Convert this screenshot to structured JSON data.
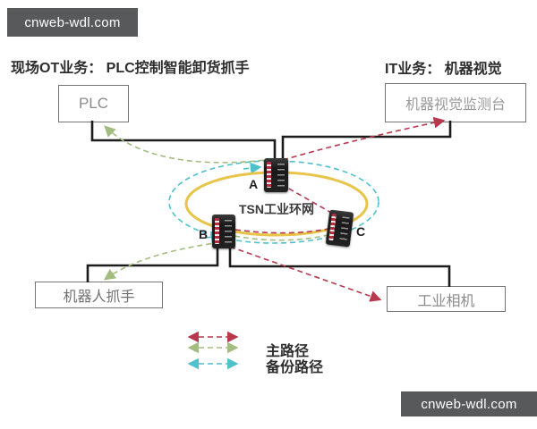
{
  "watermark": {
    "text": "cnweb-wdl.com"
  },
  "headings": {
    "ot": "现场OT业务： PLC控制智能卸货抓手",
    "it": "IT业务： 机器视觉"
  },
  "nodes": {
    "plc": "PLC",
    "monitor": "机器视觉监测台",
    "gripper": "机器人抓手",
    "camera": "工业相机"
  },
  "ring": {
    "label": "TSN工业环网",
    "switches": [
      "A",
      "B",
      "C"
    ]
  },
  "legend": {
    "main": "主路径",
    "backup": "备份路径"
  },
  "colors": {
    "main_path": "#b8384e",
    "ot_path": "#a3bc7f",
    "backup_path": "#4ec1cb",
    "ring": "#e9c44a",
    "badge_bg": "#58595b"
  }
}
